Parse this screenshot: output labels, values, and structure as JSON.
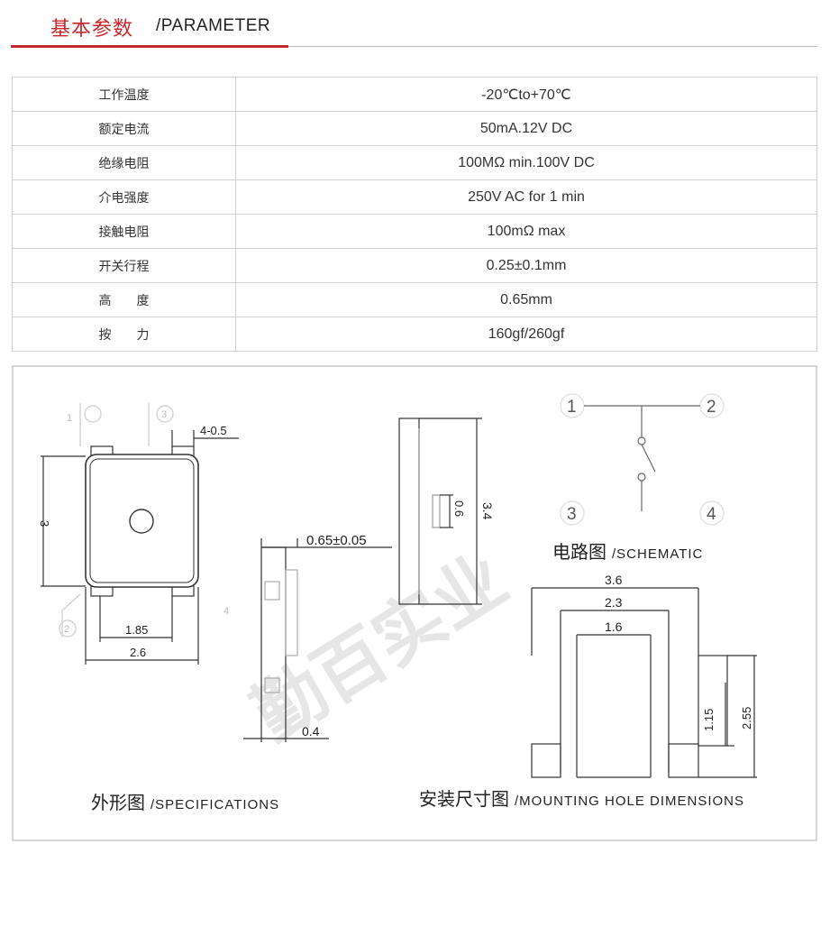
{
  "header": {
    "title_cn": "基本参数",
    "title_en": "/PARAMETER"
  },
  "params": [
    {
      "label": "工作温度",
      "value": "-20℃to+70℃"
    },
    {
      "label": "额定电流",
      "value": "50mA.12V DC"
    },
    {
      "label": "绝缘电阻",
      "value": "100MΩ min.100V DC"
    },
    {
      "label": "介电强度",
      "value": "250V AC for 1 min"
    },
    {
      "label": "接触电阻",
      "value": "100mΩ max"
    },
    {
      "label": "开关行程",
      "value": "0.25±0.1mm"
    },
    {
      "label": "高　　度",
      "value": "0.65mm"
    },
    {
      "label": "按　　力",
      "value": "160gf/260gf"
    }
  ],
  "drawing": {
    "spec": {
      "caption_cn": "外形图",
      "caption_en": "/SPECIFICATIONS",
      "dim_pin_top": "4-0.5",
      "dim_height_side": "3",
      "dim_inner_width": "1.85",
      "dim_outer_width": "2.6",
      "pin_labels": [
        "1",
        "3",
        "2",
        "4"
      ]
    },
    "side": {
      "dim_thickness": "0.65±0.05",
      "dim_pin": "0.4"
    },
    "profile": {
      "dim_total": "3.4",
      "dim_actuator": "0.6"
    },
    "schematic": {
      "caption_cn": "电路图",
      "caption_en": "/SCHEMATIC",
      "pins": [
        "1",
        "2",
        "3",
        "4"
      ]
    },
    "mounting": {
      "caption_cn": "安装尺寸图",
      "caption_en": "/MOUNTING HOLE DIMENSIONS",
      "dim_a": "3.6",
      "dim_b": "2.3",
      "dim_c": "1.6",
      "dim_d": "1.15",
      "dim_e": "2.55"
    },
    "watermark": "勤百实业",
    "colors": {
      "line": "#333333",
      "accent": "#c5282d",
      "watermark": "#e6e6e6"
    }
  }
}
